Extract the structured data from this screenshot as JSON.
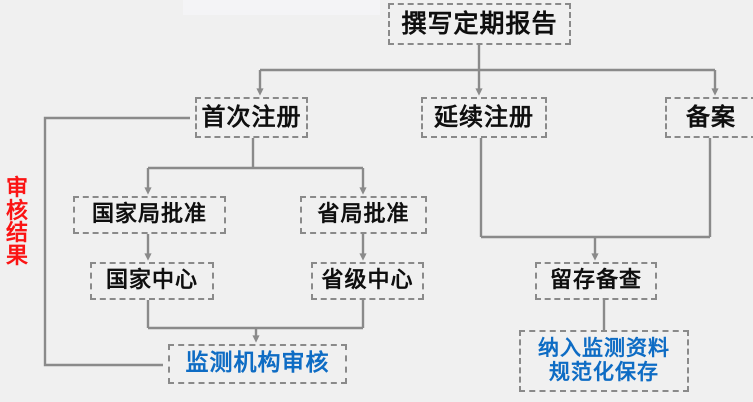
{
  "diagram": {
    "title_text": "撰写定期报告",
    "background_color": "#f0f0f0",
    "box_border_color": "#8a8a8a",
    "connector_color": "#8a8a8a",
    "accent_blue": "#0e6cc4",
    "accent_red": "#fb1414",
    "side_label": {
      "text": "审核结果",
      "chars": [
        "审",
        "核",
        "结",
        "果"
      ],
      "color": "#fb1414",
      "orientation": "vertical"
    },
    "nodes": {
      "top": "撰写定期报告",
      "first_registration": "首次注册",
      "renewal_registration": "延续注册",
      "filing": "备案",
      "national_bureau_approval": "国家局批准",
      "provincial_bureau_approval": "省局批准",
      "national_center": "国家中心",
      "provincial_center": "省级中心",
      "keep_for_inspection": "留存备查",
      "monitoring_agency_review": "监测机构审核",
      "archive_line1": "纳入监测资料",
      "archive_line2": "规范化保存"
    },
    "edges": [
      {
        "from": "撰写定期报告",
        "to": "首次注册",
        "arrow": true
      },
      {
        "from": "撰写定期报告",
        "to": "延续注册",
        "arrow": true
      },
      {
        "from": "撰写定期报告",
        "to": "备案",
        "arrow": true
      },
      {
        "from": "首次注册",
        "to": "国家局批准",
        "arrow": true
      },
      {
        "from": "首次注册",
        "to": "省局批准",
        "arrow": true
      },
      {
        "from": "国家局批准",
        "to": "国家中心",
        "arrow": true
      },
      {
        "from": "省局批准",
        "to": "省级中心",
        "arrow": true
      },
      {
        "from": "国家中心",
        "to": "监测机构审核",
        "arrow": true
      },
      {
        "from": "省级中心",
        "to": "监测机构审核",
        "arrow": true
      },
      {
        "from": "延续注册",
        "to": "留存备查",
        "arrow": true
      },
      {
        "from": "备案",
        "to": "留存备查",
        "arrow": true
      },
      {
        "from": "留存备查",
        "to": "纳入监测资料规范化保存",
        "arrow": false
      },
      {
        "from": "监测机构审核",
        "to": "首次注册",
        "arrow": false,
        "label": "审核结果"
      }
    ]
  }
}
